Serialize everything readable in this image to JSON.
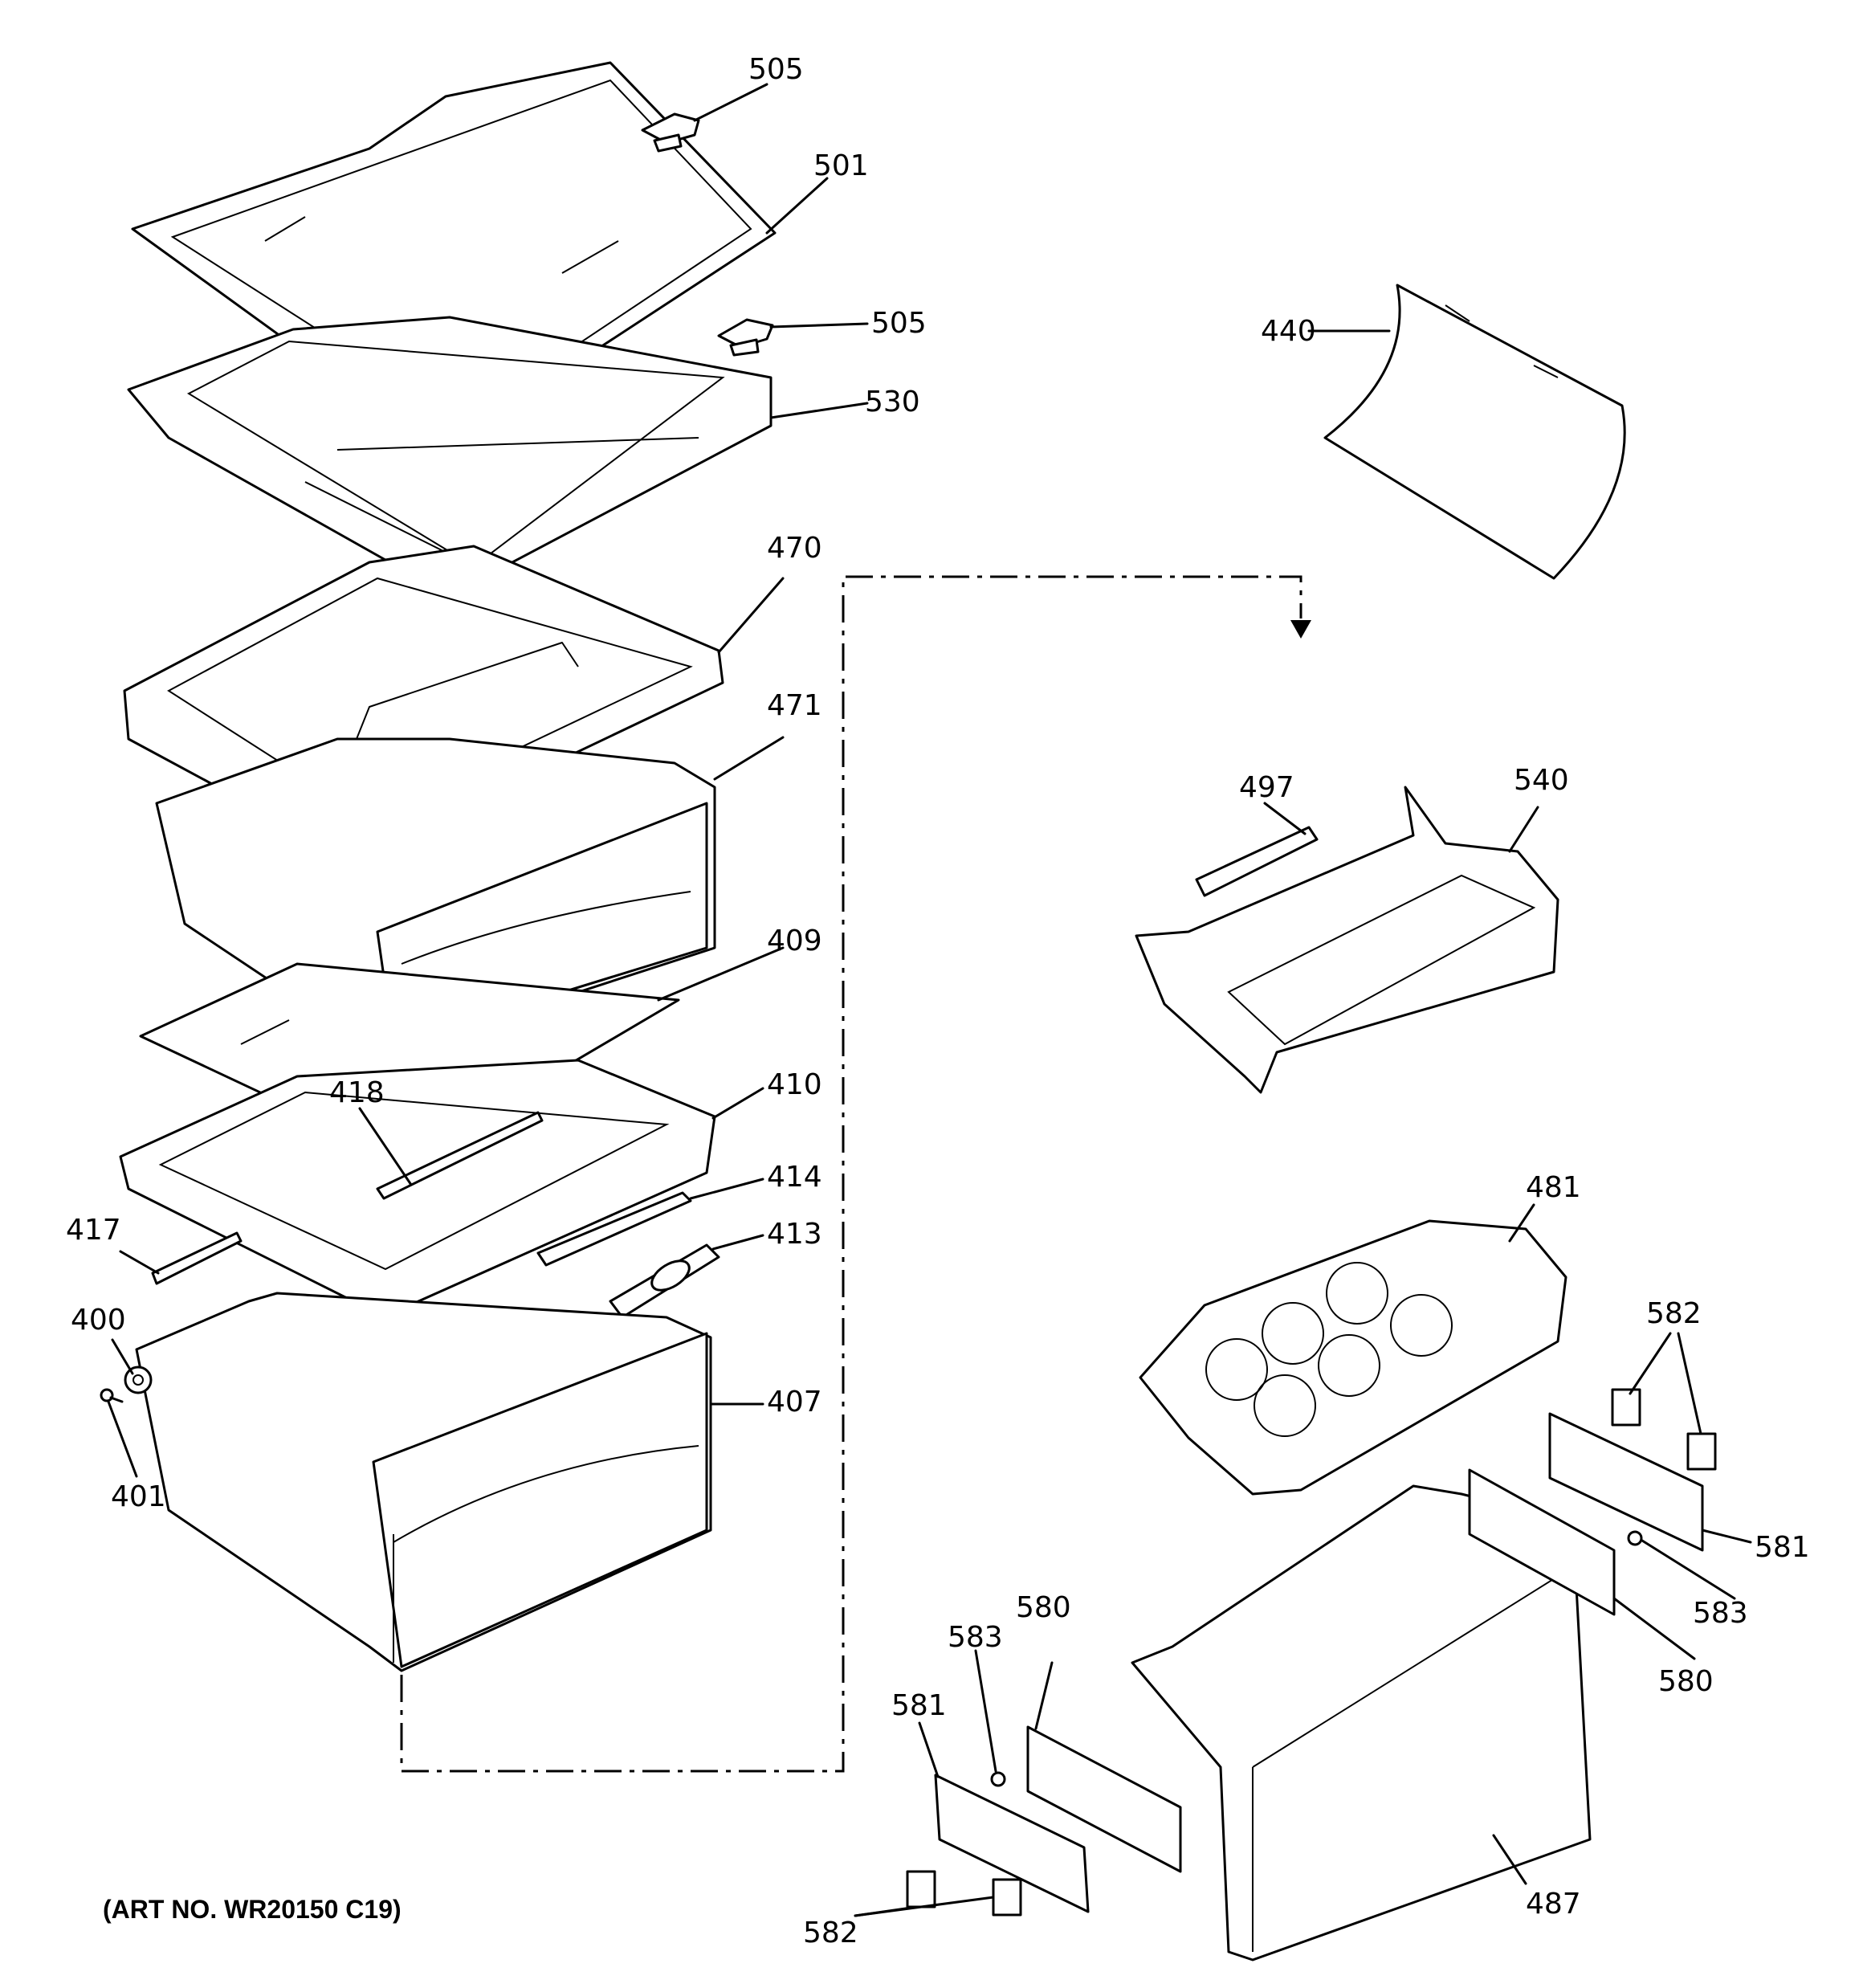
{
  "diagram": {
    "art_number": "(ART NO. WR20150 C19)",
    "callouts": {
      "c505a": "505",
      "c501": "501",
      "c505b": "505",
      "c530": "530",
      "c470": "470",
      "c471": "471",
      "c409": "409",
      "c418": "418",
      "c410": "410",
      "c414": "414",
      "c417": "417",
      "c413": "413",
      "c400": "400",
      "c407": "407",
      "c401": "401",
      "c440": "440",
      "c497": "497",
      "c540": "540",
      "c481": "481",
      "c582a": "582",
      "c581a": "581",
      "c583a": "583",
      "c580a": "580",
      "c580b": "580",
      "c583b": "583",
      "c581b": "581",
      "c582b": "582",
      "c487": "487"
    }
  }
}
